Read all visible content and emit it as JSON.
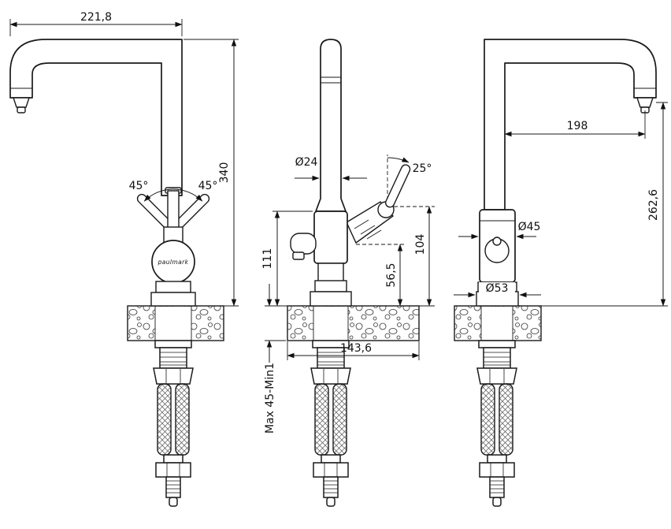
{
  "brand": "paulmark",
  "views": {
    "left": {
      "dim_spout_reach": "221,8",
      "dim_height": "340",
      "dim_handle_angle_left": "45°",
      "dim_handle_angle_right": "45°"
    },
    "front": {
      "dim_spout_diameter": "Ø24",
      "dim_handle_angle": "25°",
      "dim_body_height": "111",
      "dim_handle_height": "104",
      "dim_handle_offset": "56,5",
      "dim_base_width": "143,6",
      "dim_mount_thickness": "Max 45-Min1"
    },
    "right": {
      "dim_spout_reach": "198",
      "dim_spout_height": "262,6",
      "dim_body_diameter": "Ø45",
      "dim_base_diameter": "Ø53"
    }
  }
}
